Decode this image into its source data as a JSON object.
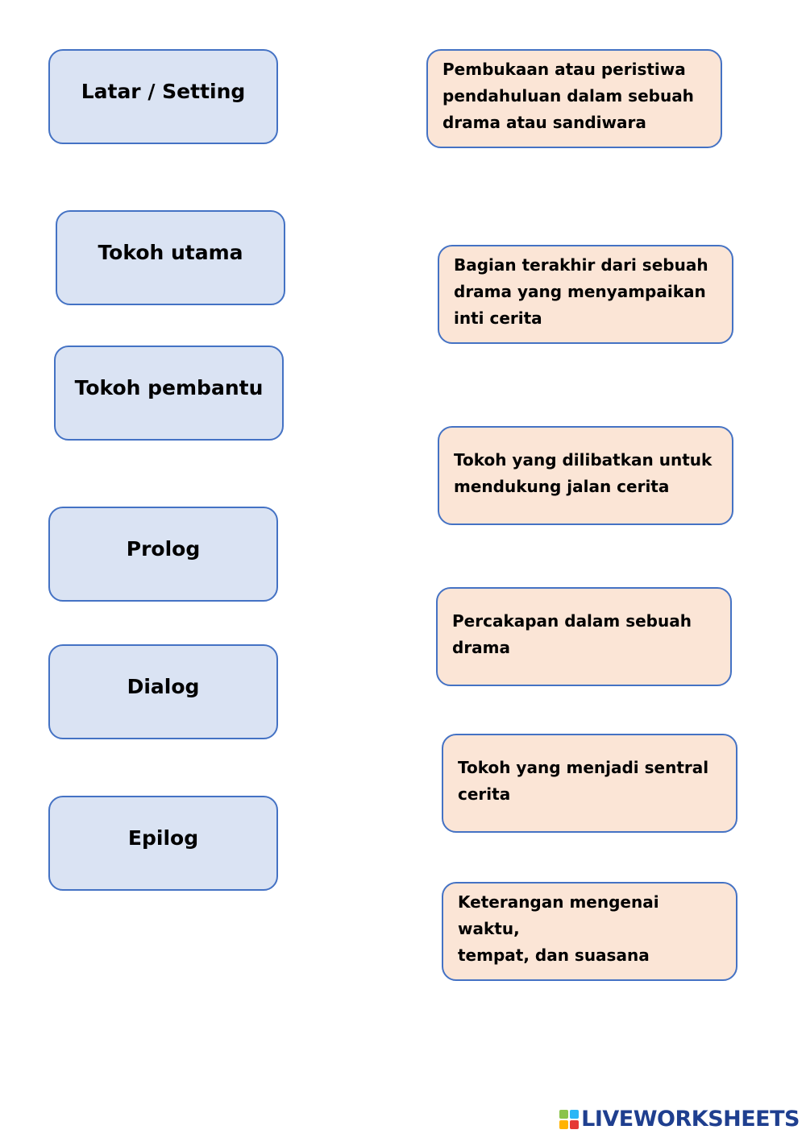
{
  "terms": [
    "Latar / Setting",
    "Tokoh utama",
    "Tokoh pembantu",
    "Prolog",
    "Dialog",
    "Epilog"
  ],
  "definitions": [
    [
      "Pembukaan atau peristiwa",
      "pendahuluan dalam sebuah",
      "drama atau sandiwara"
    ],
    [
      "Bagian terakhir dari sebuah",
      "drama yang menyampaikan",
      "inti cerita"
    ],
    [
      "Tokoh yang dilibatkan untuk",
      "mendukung jalan cerita"
    ],
    [
      "Percakapan dalam sebuah",
      "drama"
    ],
    [
      "Tokoh yang menjadi sentral",
      "cerita"
    ],
    [
      "Keterangan mengenai waktu,",
      "tempat, dan suasana"
    ]
  ],
  "brand": {
    "text": "LIVEWORKSHEETS",
    "icon": "liveworksheets-logo-icon",
    "mark_colors": [
      "#8bc34a",
      "#29b6f6",
      "#ffb300",
      "#e53935"
    ]
  },
  "colors": {
    "term_fill": "#dae3f3",
    "definition_fill": "#fbe5d6",
    "border": "#4472c4"
  }
}
